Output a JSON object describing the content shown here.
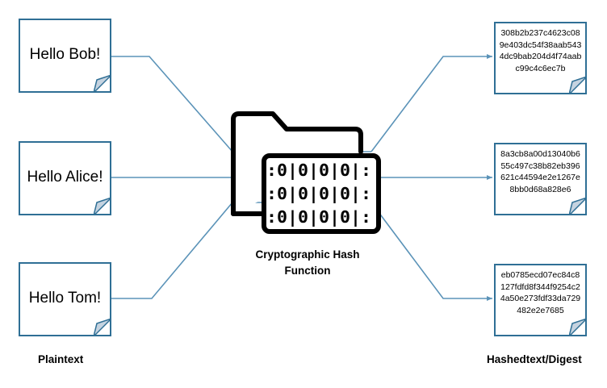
{
  "plaintexts": [
    "Hello Bob!",
    "Hello Alice!",
    "Hello Tom!"
  ],
  "digests": [
    "308b2b237c4623c089e403dc54f38aab5434dc9bab204d4f74aabc99c4c6ec7b",
    "8a3cb8a00d13040b655c497c38b82eb396621c44594e2e1267e8bb0d68a828e6",
    "eb0785ecd07ec84c8127fdfd8f344f9254c24a50e273fdf33da729482e2e7685"
  ],
  "function_label": "Cryptographic Hash Function",
  "plaintext_caption": "Plaintext",
  "digest_caption": "Hashedtext/Digest",
  "icon": "folder-binary-icon",
  "colors": {
    "accent": "#2f6f95",
    "line": "#5b93b8",
    "fold": "#c5d3e0",
    "icon": "#000000"
  }
}
